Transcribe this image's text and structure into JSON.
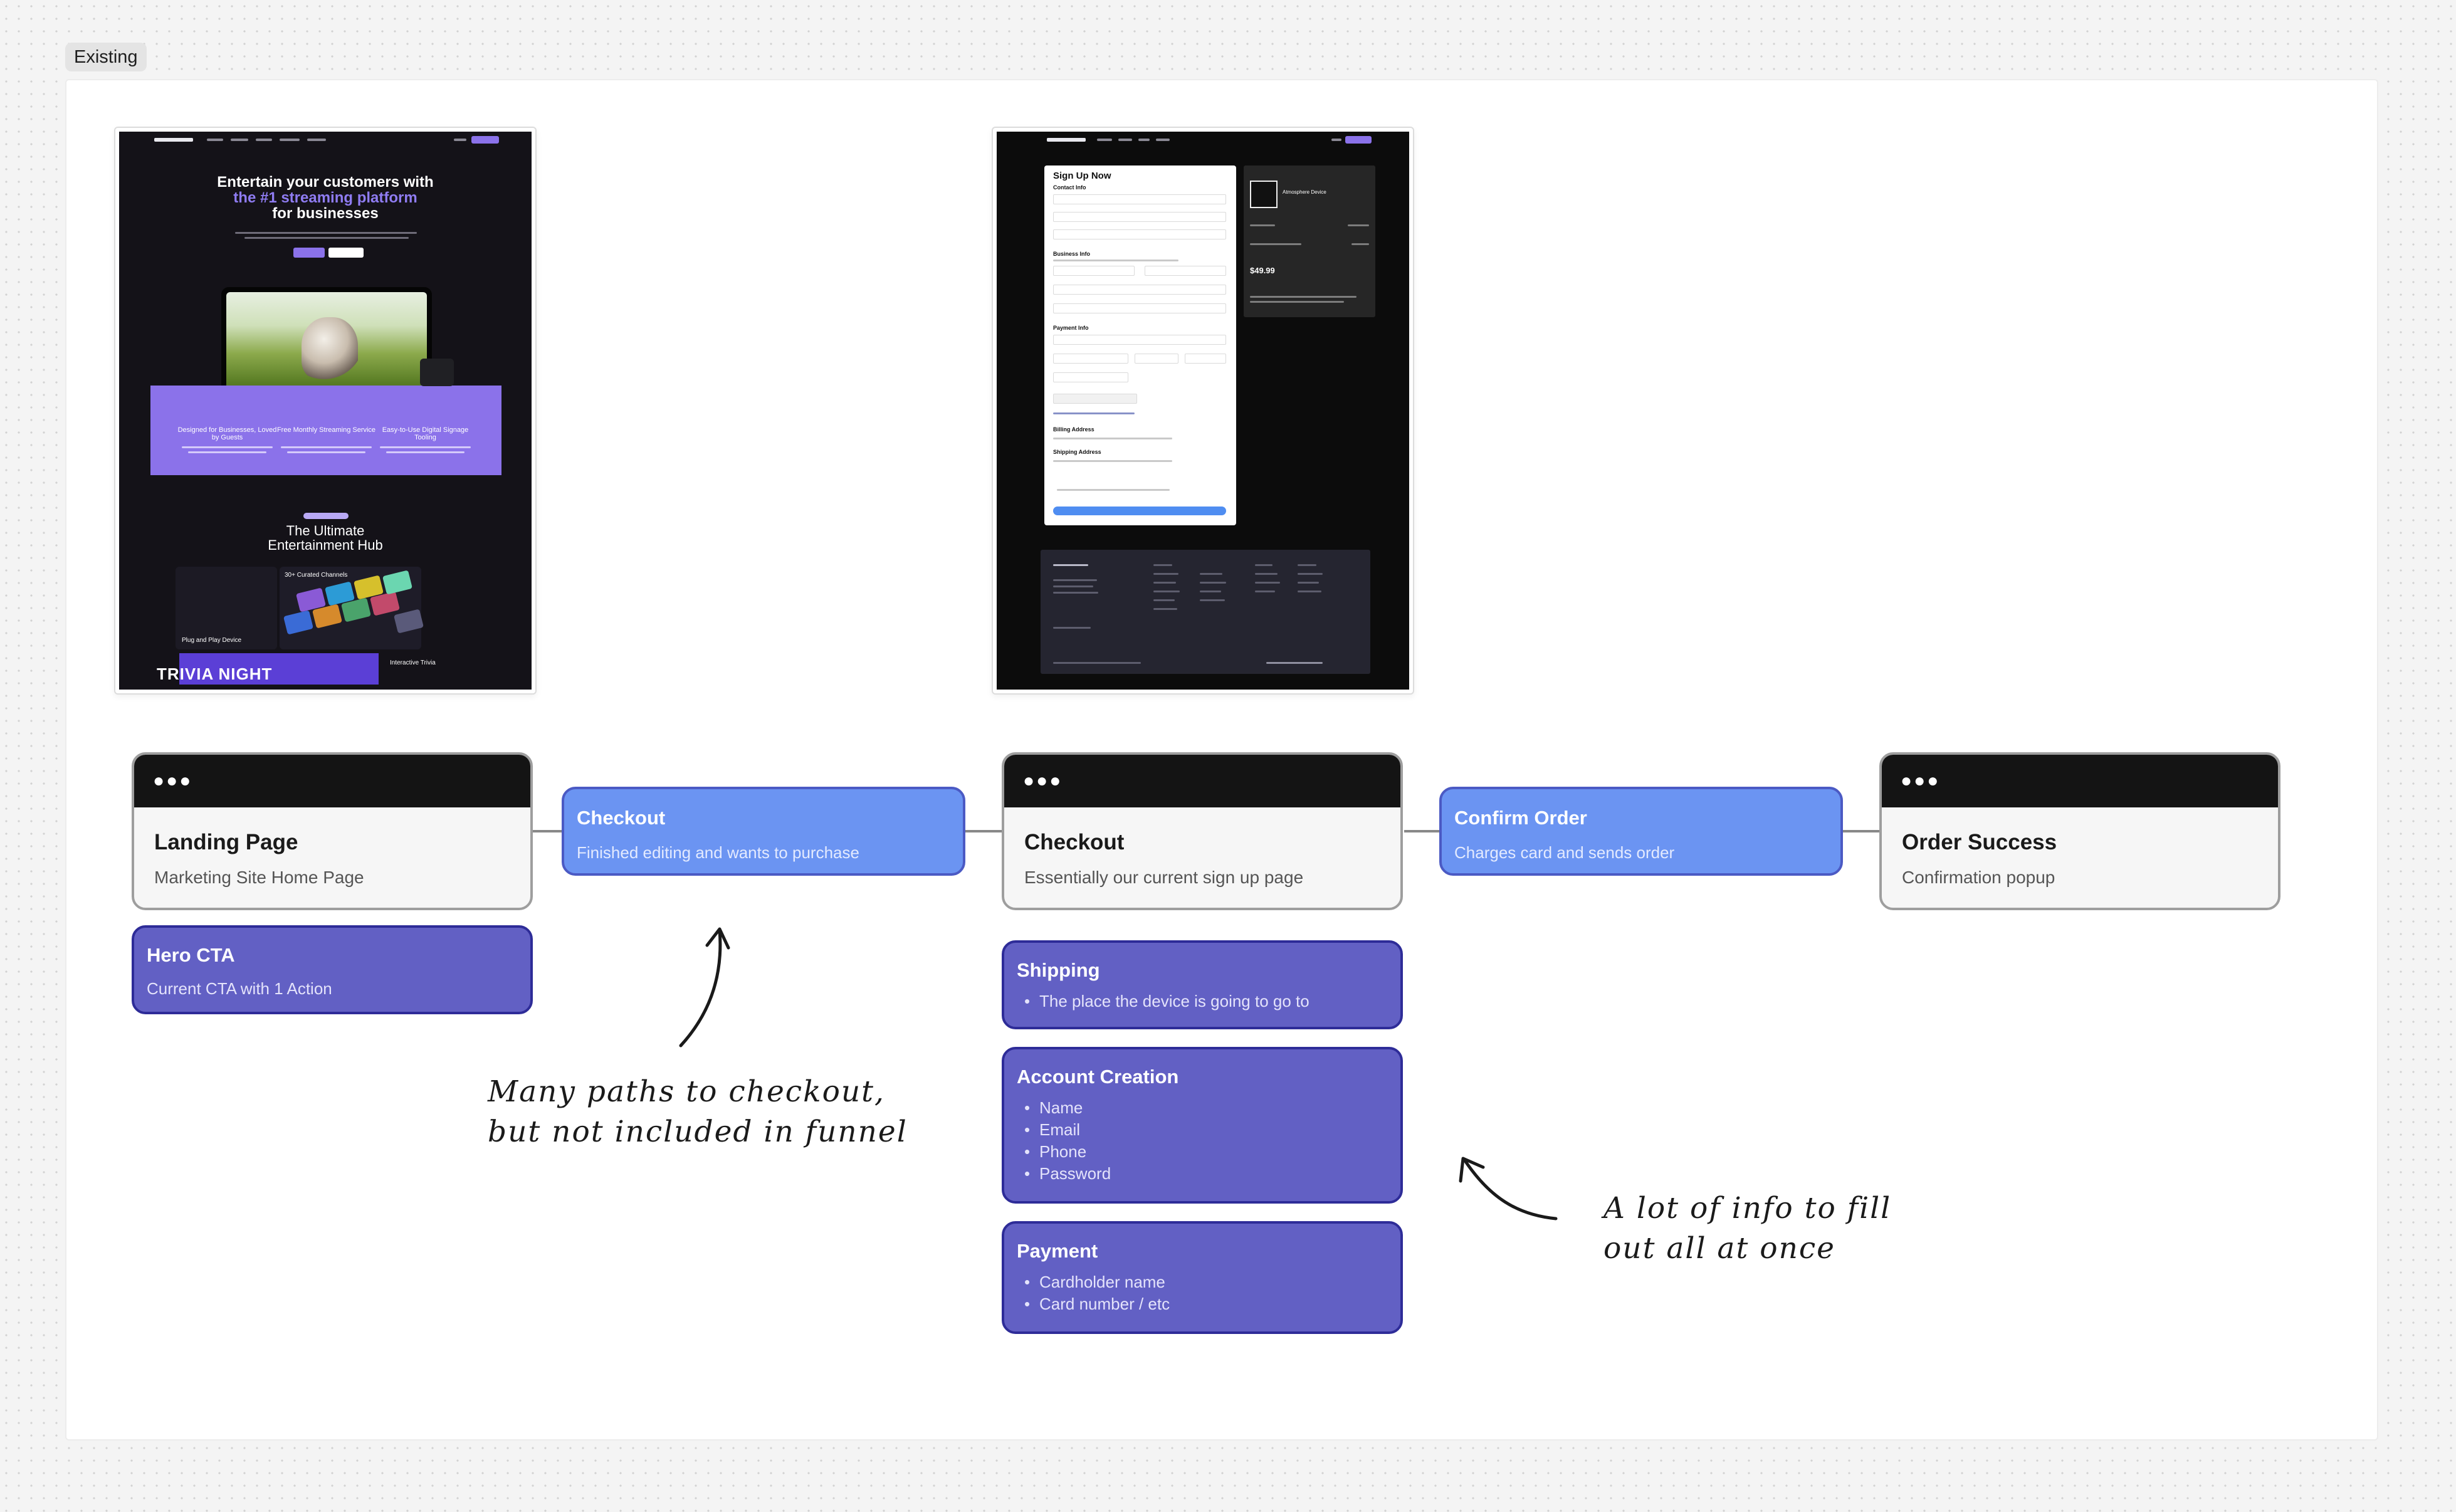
{
  "section_label": "Existing",
  "screenshots": {
    "landing": {
      "hero_line1": "Entertain your customers with",
      "hero_line2": "the #1 streaming platform",
      "hero_line3": "for businesses",
      "features": [
        "Designed for Businesses, Loved by Guests",
        "Free Monthly Streaming Service",
        "Easy-to-Use Digital Signage Tooling"
      ],
      "hub_line1": "The Ultimate",
      "hub_line2": "Entertainment Hub",
      "curated": "30+ Curated Channels",
      "device": "Plug and Play Device",
      "trivia": "TRIVIA NIGHT",
      "interactive": "Interactive Trivia"
    },
    "checkout": {
      "form_title": "Sign Up Now",
      "contact": "Contact Info",
      "business": "Business Info",
      "payment": "Payment Info",
      "billing": "Billing Address",
      "shipping": "Shipping Address",
      "device": "Atmosphere Device",
      "price": "$49.99"
    }
  },
  "flow": {
    "landing": {
      "title": "Landing Page",
      "subtitle": "Marketing Site Home Page"
    },
    "checkout_action": {
      "title": "Checkout",
      "subtitle": "Finished editing and wants to purchase"
    },
    "checkout_page": {
      "title": "Checkout",
      "subtitle": "Essentially our current sign up page"
    },
    "confirm": {
      "title": "Confirm Order",
      "subtitle": "Charges card and sends order"
    },
    "success": {
      "title": "Order Success",
      "subtitle": "Confirmation popup"
    },
    "hero_cta": {
      "title": "Hero CTA",
      "subtitle": "Current CTA with 1 Action"
    },
    "shipping": {
      "title": "Shipping",
      "items": [
        "The place the device is going to go to"
      ]
    },
    "account": {
      "title": "Account Creation",
      "items": [
        "Name",
        "Email",
        "Phone",
        "Password"
      ]
    },
    "payment": {
      "title": "Payment",
      "items": [
        "Cardholder name",
        "Card number / etc"
      ]
    }
  },
  "annotations": {
    "paths_line1": "Many paths to checkout,",
    "paths_line2": "but not included in funnel",
    "info_line1": "A lot of info to fill",
    "info_line2": "out all at once"
  },
  "colors": {
    "page_card_header": "#141414",
    "action_card": "#6b94f2",
    "note_card": "#6260c4",
    "note_border": "#2e2c98",
    "accent_purple": "#8b72ea"
  }
}
